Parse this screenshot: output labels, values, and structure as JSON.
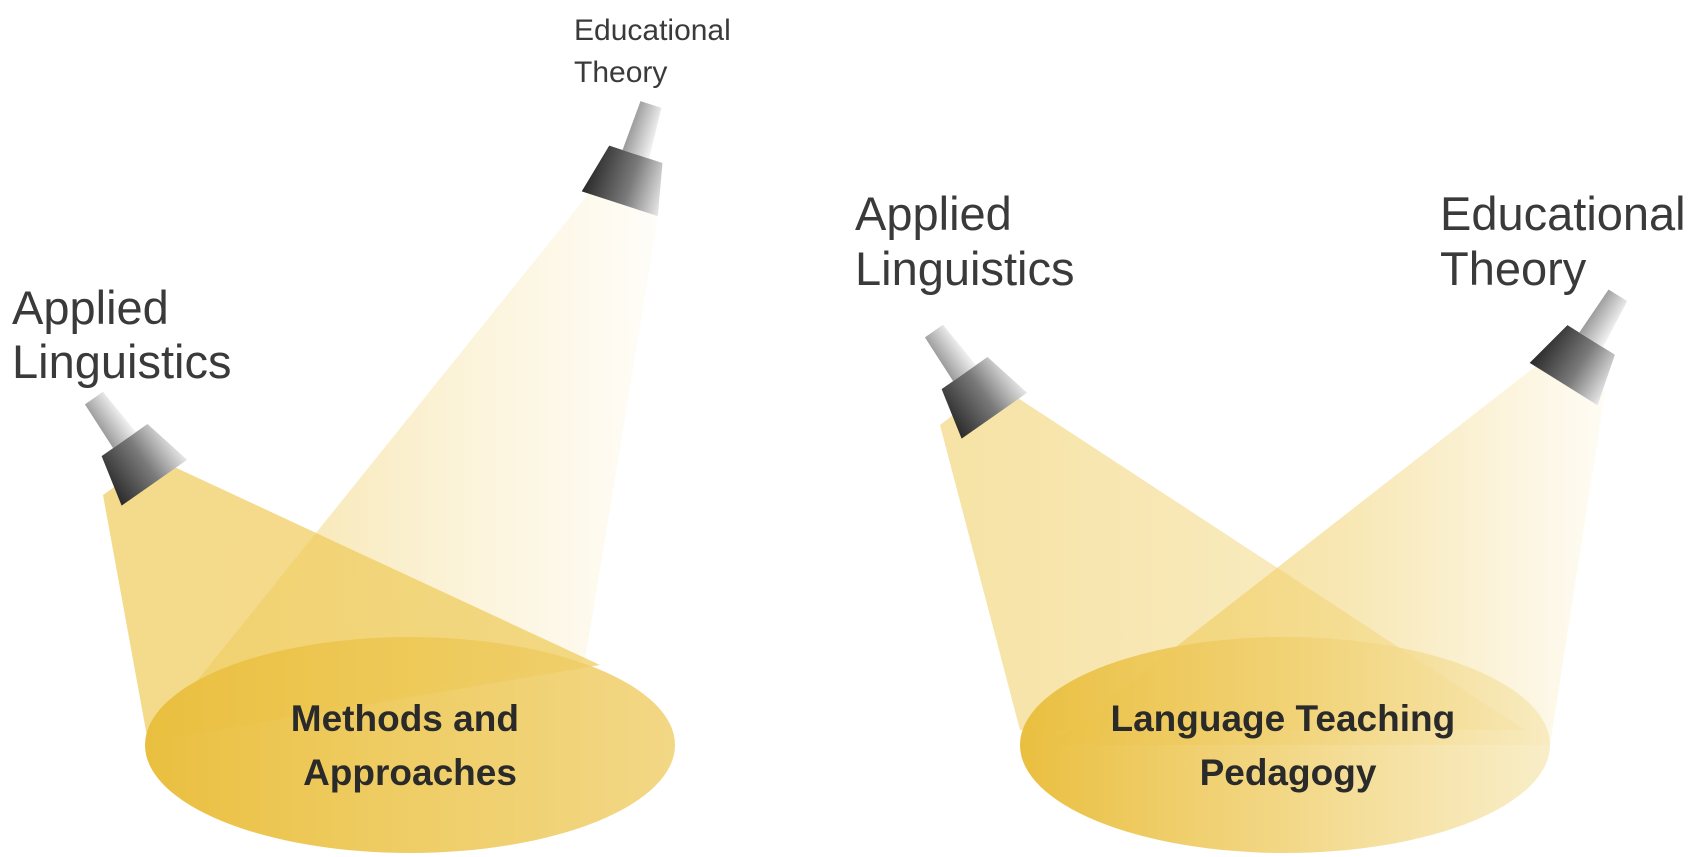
{
  "colors": {
    "beam": "#EFCB5A",
    "ellipse": "#EDC24B",
    "text": "#3a3a3a",
    "spotlight_dark": "#303030",
    "spotlight_light": "#e6e6e6"
  },
  "left_diagram": {
    "spotlight_a": {
      "label_line1": "Applied",
      "label_line2": "Linguistics",
      "icon": "spotlight-icon"
    },
    "spotlight_b": {
      "label_line1": "Educational",
      "label_line2": "Theory",
      "icon": "spotlight-icon"
    },
    "focus": {
      "line1": "Methods and",
      "line2": "Approaches"
    }
  },
  "right_diagram": {
    "spotlight_a": {
      "label_line1": "Applied",
      "label_line2": "Linguistics",
      "icon": "spotlight-icon"
    },
    "spotlight_b": {
      "label_line1": "Educational",
      "label_line2": "Theory",
      "icon": "spotlight-icon"
    },
    "focus": {
      "line1": "Language Teaching",
      "line2": "Pedagogy"
    }
  }
}
